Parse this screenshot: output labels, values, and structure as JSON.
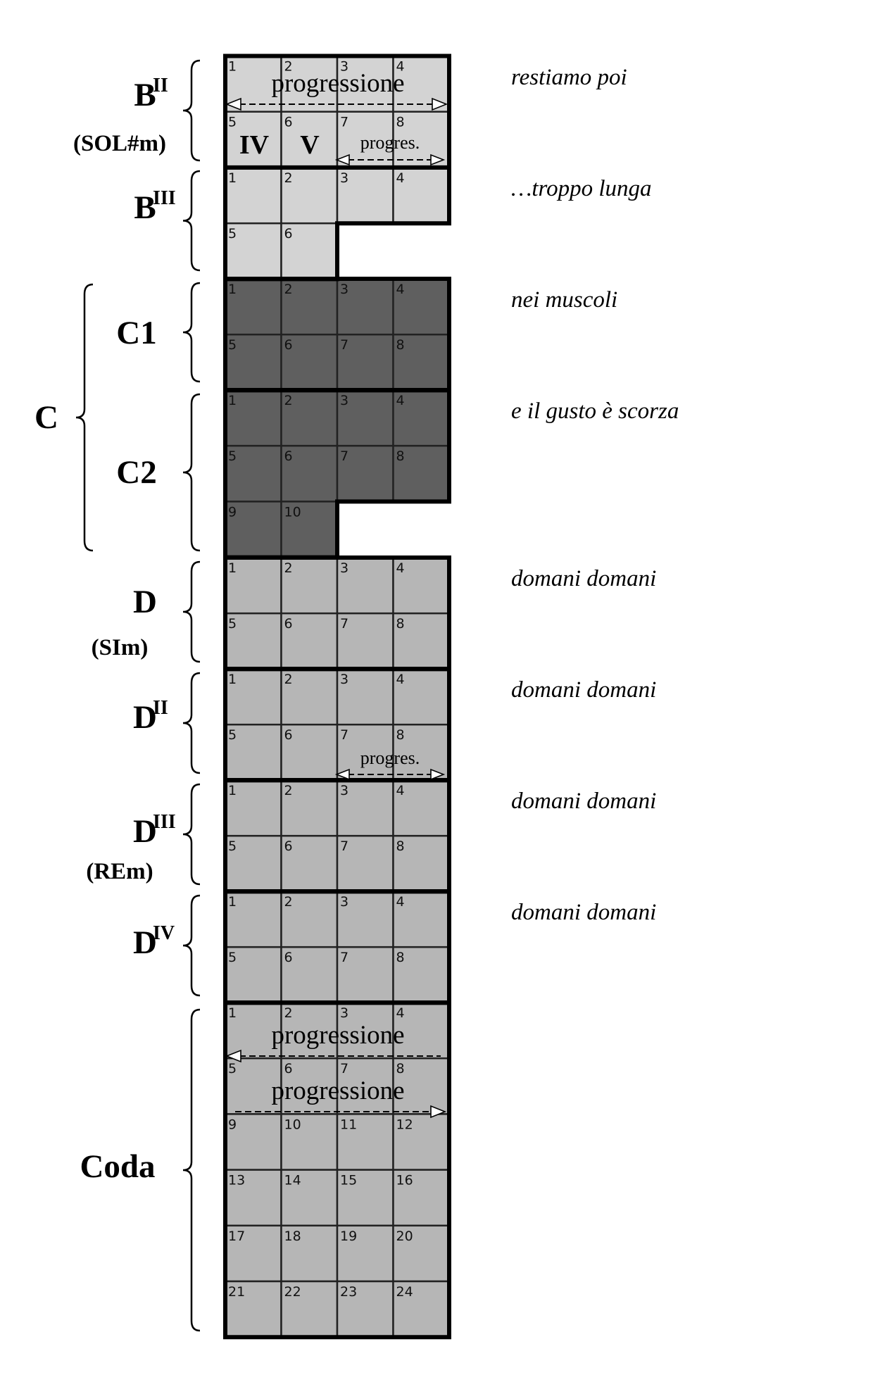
{
  "colors": {
    "light": "#d3d3d3",
    "dark": "#5f5f5f",
    "mid": "#b6b6b6",
    "grid": "#222222"
  },
  "sections": [
    {
      "id": "BII",
      "label": "B",
      "sup": "II",
      "sub": "(SOL#m)",
      "lyric": "restiamo poi",
      "shade": "light",
      "cells": 8
    },
    {
      "id": "BIII",
      "label": "B",
      "sup": "III",
      "sub": "",
      "lyric": "…troppo lunga",
      "shade": "light",
      "cells": 6
    },
    {
      "id": "C1",
      "label": "C1",
      "sup": "",
      "sub": "",
      "lyric": "nei muscoli",
      "shade": "dark",
      "cells": 8
    },
    {
      "id": "C2",
      "label": "C2",
      "sup": "",
      "sub": "",
      "lyric": "e il gusto è scorza",
      "shade": "dark",
      "cells": 10
    },
    {
      "id": "D",
      "label": "D",
      "sup": "",
      "sub": "(SIm)",
      "lyric": "domani domani",
      "shade": "mid",
      "cells": 8
    },
    {
      "id": "DII",
      "label": "D",
      "sup": "II",
      "sub": "",
      "lyric": "domani domani",
      "shade": "mid",
      "cells": 8
    },
    {
      "id": "DIII",
      "label": "D",
      "sup": "III",
      "sub": "(REm)",
      "lyric": "domani domani",
      "shade": "mid",
      "cells": 8
    },
    {
      "id": "DIV",
      "label": "D",
      "sup": "IV",
      "sub": "",
      "lyric": "domani domani",
      "shade": "mid",
      "cells": 8
    },
    {
      "id": "Coda",
      "label": "Coda",
      "sup": "",
      "sub": "",
      "lyric": "",
      "shade": "mid",
      "cells": 24
    }
  ],
  "group": {
    "label": "C"
  },
  "annotations": {
    "progressione": "progressione",
    "progres": "progres.",
    "roman_iv": "IV",
    "roman_v": "V"
  }
}
